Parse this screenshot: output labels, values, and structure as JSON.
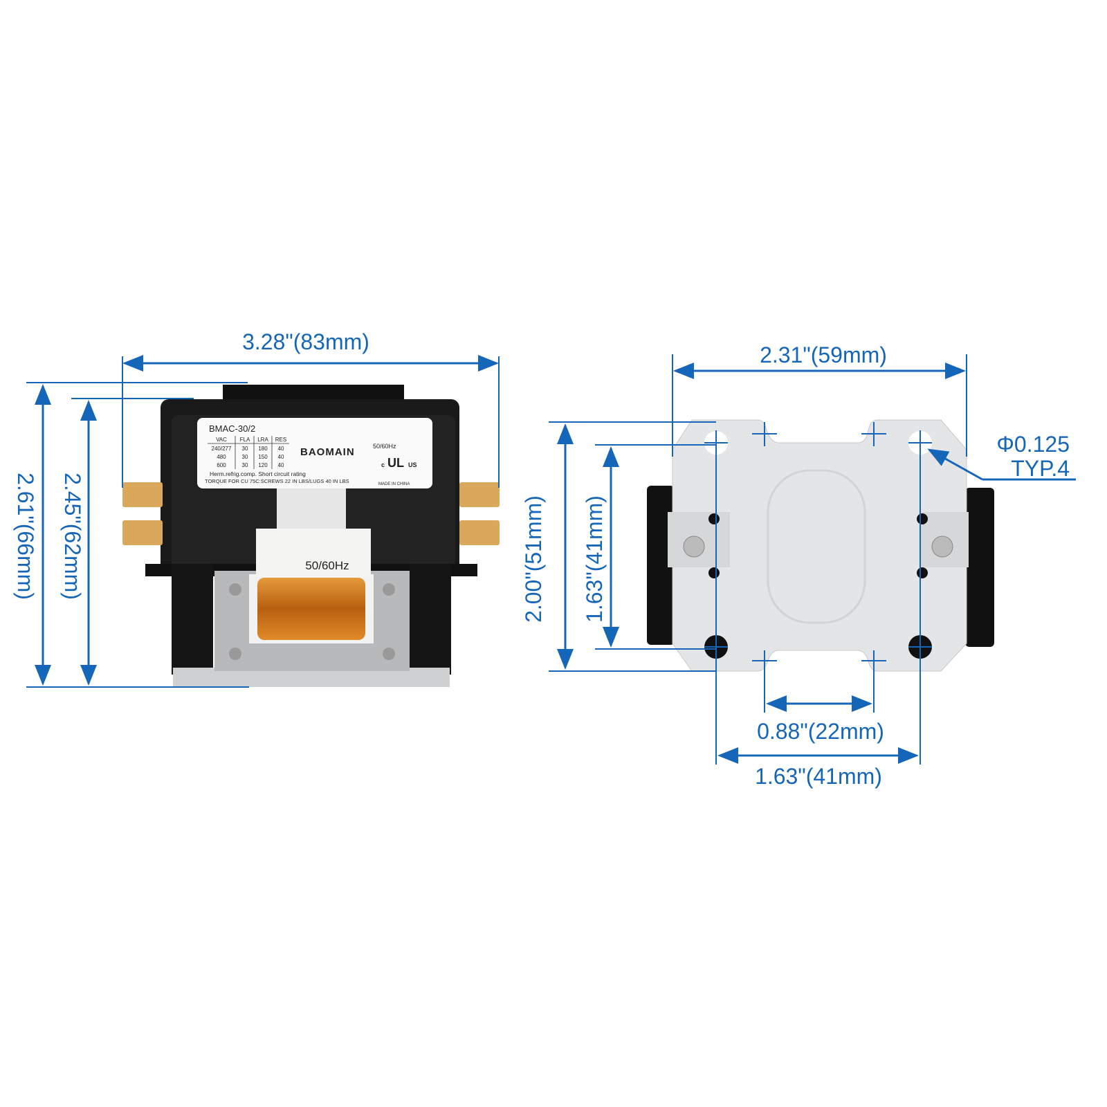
{
  "left_view": {
    "width_label": "3.28\"(83mm)",
    "height_outer_label": "2.61\"(66mm)",
    "height_inner_label": "2.45\"(62mm)",
    "nameplate": {
      "model": "BMAC-30/2",
      "headers": [
        "VAC",
        "FLA",
        "LRA",
        "RES"
      ],
      "rows": [
        [
          "240/277",
          "30",
          "180",
          "40"
        ],
        [
          "480",
          "30",
          "150",
          "40"
        ],
        [
          "600",
          "30",
          "120",
          "40"
        ]
      ],
      "brand": "BAOMAIN",
      "frequency": "50/60Hz",
      "cert_c": "c",
      "cert_us": "US",
      "line1": "Herm.refrig.comp. Short circuit rating",
      "line2": "TORQUE FOR CU 75C:SCREWS 22 IN LBS/LUGS 40 IN LBS",
      "origin": "MADE IN CHINA"
    },
    "coil_label": "50/60Hz"
  },
  "right_view": {
    "width_label": "2.31\"(59mm)",
    "height_outer_label": "2.00\"(51mm)",
    "height_inner_label": "1.63\"(41mm)",
    "hole_label_1": "Φ0.125",
    "hole_label_2": "TYP.4",
    "slot_spacing_label": "0.88\"(22mm)",
    "hole_spacing_label": "1.63\"(41mm)"
  },
  "colors": {
    "dimension": "#1565b8",
    "body": "#1a1a1a",
    "plate": "#e4e5e6",
    "terminal": "#d9a85a",
    "coil": "#c8741e"
  }
}
